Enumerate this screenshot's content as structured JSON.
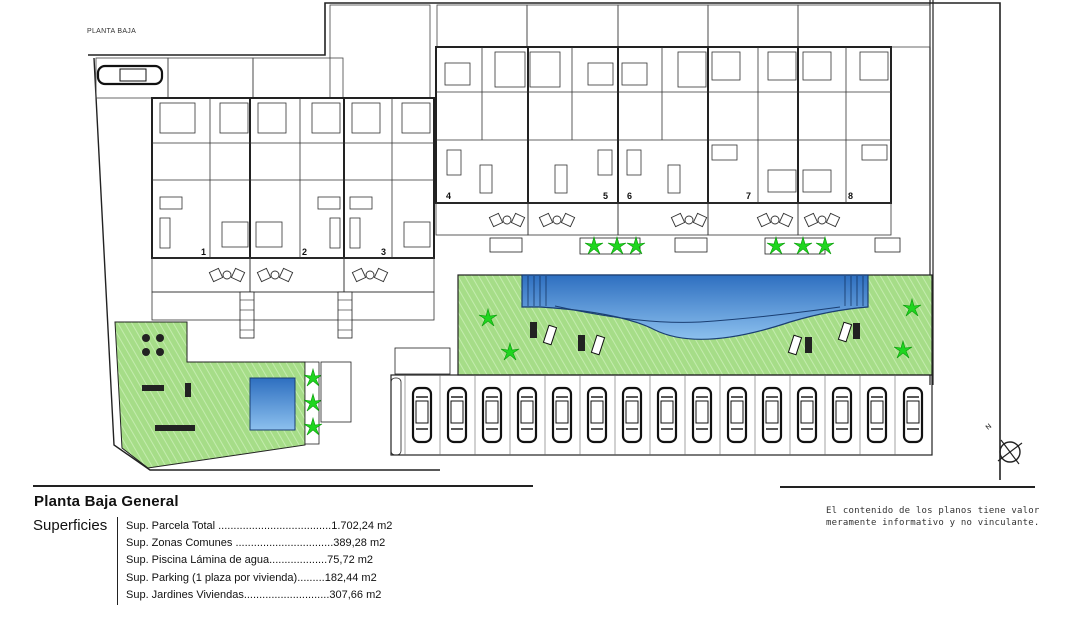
{
  "plan": {
    "heading": "PLANTA BAJA",
    "unit_numbers": [
      "1",
      "2",
      "3",
      "4",
      "5",
      "6",
      "7",
      "8"
    ],
    "parking_spaces": 15,
    "north_label": "N"
  },
  "legend": {
    "title": "Planta Baja General",
    "section_label": "Superficies",
    "rows": [
      {
        "text": "Sup. Parcela Total .....................................1.702,24 m2"
      },
      {
        "text": "Sup. Zonas Comunes ................................389,28 m2"
      },
      {
        "text": "Sup. Piscina Lámina de agua...................75,72 m2"
      },
      {
        "text": "Sup. Parking (1 plaza por vivienda).........182,44 m2"
      },
      {
        "text": "Sup. Jardines Viviendas............................307,66 m2"
      }
    ]
  },
  "disclaimer": {
    "line1": "El contenido de los planos tiene valor",
    "line2": "meramente informativo y no vinculante."
  },
  "colors": {
    "lawn": "#a6dd88",
    "pool": "#4a8fd4",
    "palm": "#1fd61f",
    "line": "#222222"
  }
}
